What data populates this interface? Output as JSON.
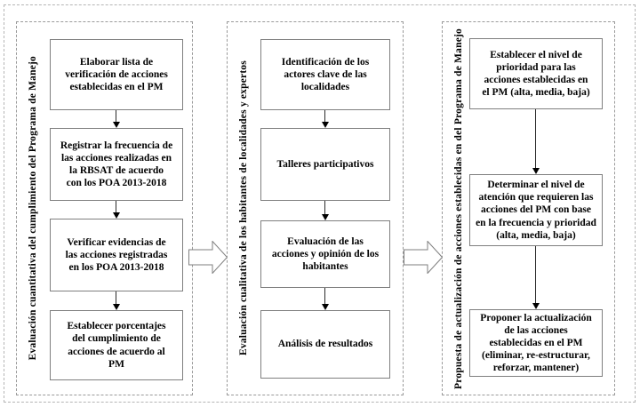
{
  "figure": {
    "columns": [
      {
        "label": "Evaluación cuantitativa del cumplimiento del Programa de Manejo",
        "boxes": [
          "Elaborar lista de\nverificación de acciones\nestablecidas en el PM",
          "Registrar la frecuencia de\nlas acciones realizadas en\nla RBSAT de acuerdo\ncon los POA 2013-2018",
          "Verificar evidencias de\nlas acciones registradas\nen los POA 2013-2018",
          "Establecer porcentajes\ndel cumplimiento de\nacciones de acuerdo al\nPM"
        ]
      },
      {
        "label": "Evaluación cualitativa de los habitantes de localidades y expertos",
        "boxes": [
          "Identificación de los\nactores clave de las\nlocalidades",
          "Talleres participativos",
          "Evaluación de las\nacciones y opinión de los\nhabitantes",
          "Análisis de resultados"
        ]
      },
      {
        "label": "Propuesta de actualización de acciones establecidas en del Programa de Manejo",
        "boxes": [
          "Establecer el nivel de\nprioridad para las\nacciones establecidas en\nel PM (alta, media, baja)",
          "Determinar el nivel de\natención que requieren las\nacciones del PM con base\nen la frecuencia y prioridad\n(alta, media, baja)",
          "Proponer la actualización\nde las acciones\nestablecidas en el PM\n(eliminar, re-estructurar,\nreforzar, mantener)"
        ]
      }
    ],
    "colors": {
      "box_border": "#7f7f7f",
      "panel_border": "#9a9a9a",
      "text": "#000000",
      "transition_arrow_outline": "#7f7f7f",
      "transition_arrow_fill": "#ffffff"
    }
  }
}
